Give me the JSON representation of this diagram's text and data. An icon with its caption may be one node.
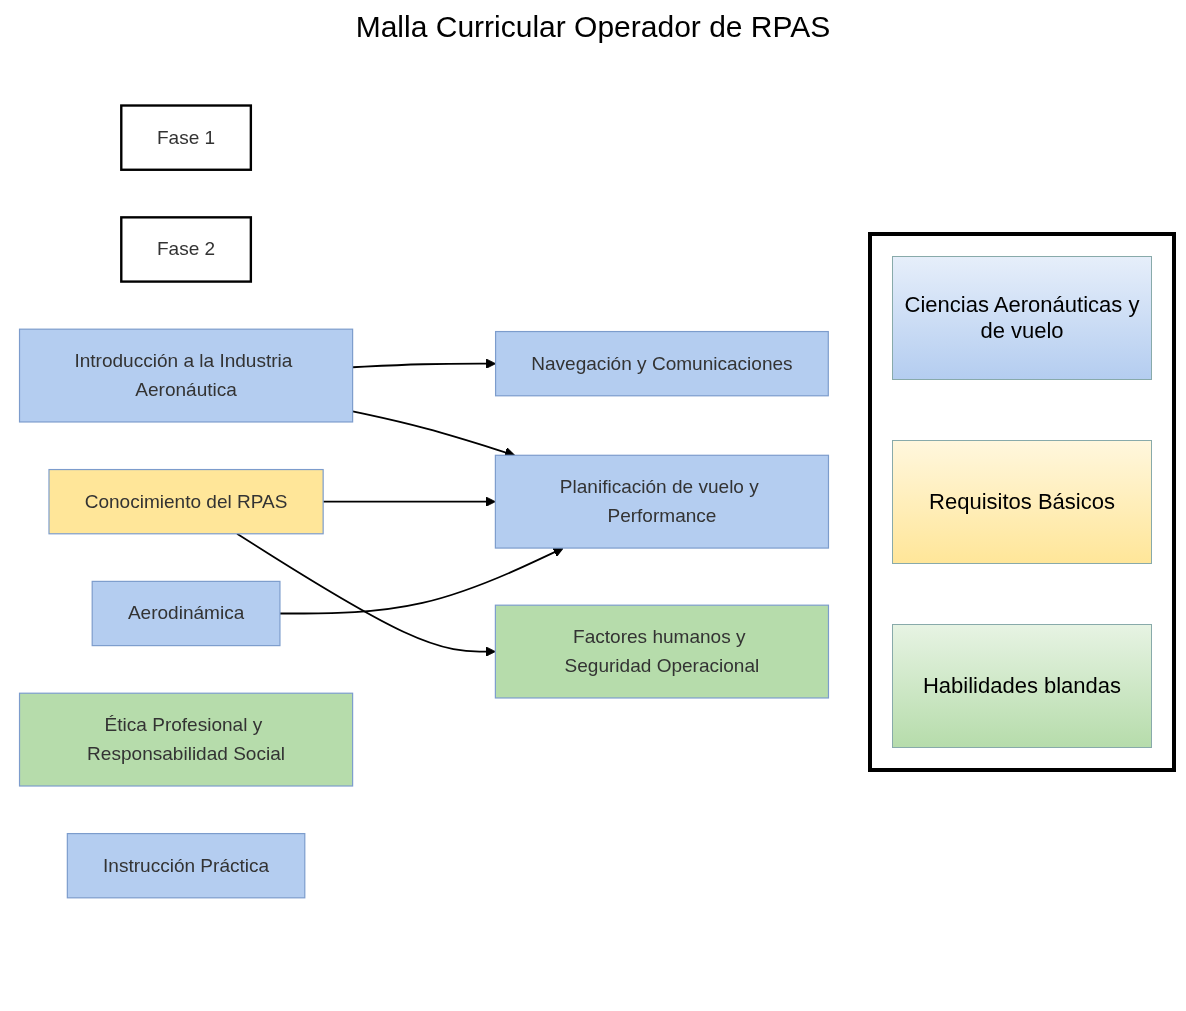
{
  "diagram": {
    "title": "Malla Curricular Operador de RPAS",
    "nodes": [
      {
        "text": [
          "Fase 1"
        ]
      },
      {
        "text": [
          "Fase 2"
        ]
      },
      {
        "text": [
          "Introducción a la Industria Aeronáutica"
        ]
      },
      {
        "text": [
          "Conocimiento del RPAS"
        ]
      },
      {
        "text": [
          "Aerodinámica"
        ]
      },
      {
        "text": [
          "Navegación y Comunicaciones"
        ]
      },
      {
        "text": [
          "Planificación de vuelo y Performance"
        ]
      },
      {
        "text": [
          "Factores humanos y Seguridad Operacional"
        ]
      },
      {
        "text": [
          "Ética Profesional y Responsabilidad Social"
        ]
      },
      {
        "text": [
          "Instrucción Práctica"
        ]
      }
    ],
    "edges": [
      {
        "from": 2,
        "to": 5,
        "arrow": "to"
      },
      {
        "from": 2,
        "to": 6,
        "arrow": "to"
      },
      {
        "from": 3,
        "to": 6,
        "arrow": "to"
      },
      {
        "from": 3,
        "to": 7,
        "arrow": "to"
      },
      {
        "from": 4,
        "to": 6,
        "arrow": "to"
      }
    ],
    "legend": [
      {
        "text": "Ciencias Aeronáuticas y de vuelo",
        "color": "#b4cdf0"
      },
      {
        "text": "Requisitos Básicos",
        "color": "#ffe699"
      },
      {
        "text": "Habilidades blandas",
        "color": "#b6dcab"
      }
    ]
  }
}
